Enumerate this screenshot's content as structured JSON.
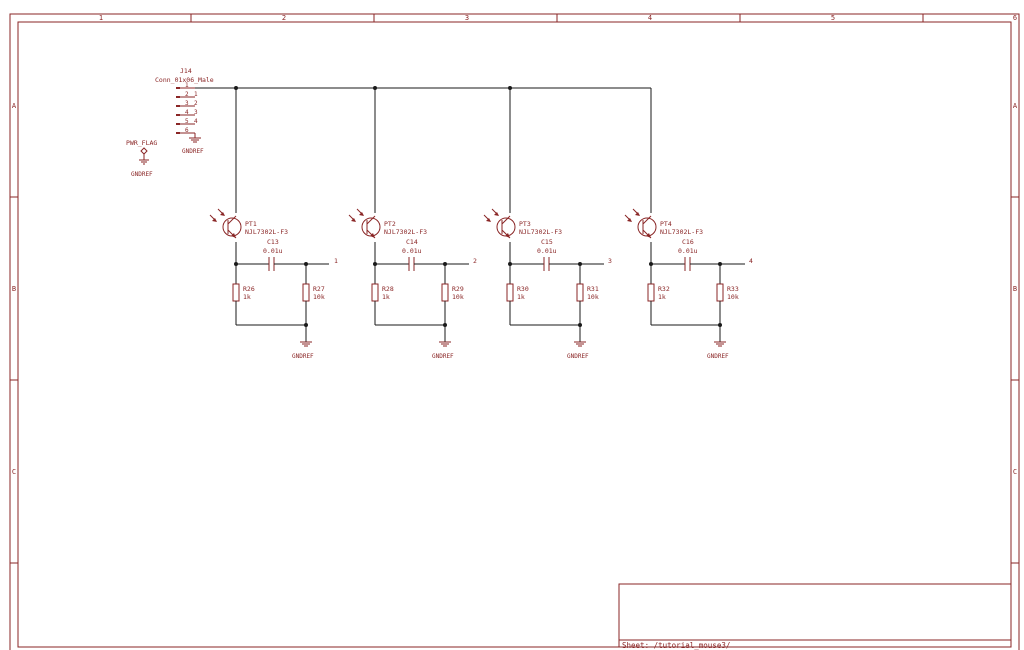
{
  "frame": {
    "columns": [
      "1",
      "2",
      "3",
      "4",
      "5",
      "6"
    ],
    "rows": [
      "A",
      "B",
      "C"
    ],
    "title_block": {
      "sheet_label": "Sheet: /tutorial_mouse3/"
    }
  },
  "connector": {
    "ref": "J14",
    "value": "Conn_01x06_Male",
    "pins": [
      "1",
      "2",
      "3",
      "4",
      "5",
      "6"
    ],
    "net_labels": [
      "1",
      "2",
      "3",
      "4"
    ],
    "gnd_label": "GNDREF"
  },
  "pwr_flag": {
    "label": "PWR_FLAG",
    "gnd_label": "GNDREF"
  },
  "channels": [
    {
      "pt_ref": "PT1",
      "pt_value": "NJL7302L-F3",
      "cap_ref": "C13",
      "cap_value": "0.01u",
      "r_a_ref": "R26",
      "r_a_value": "1k",
      "r_b_ref": "R27",
      "r_b_value": "10k",
      "output_label": "1",
      "gnd_label": "GNDREF"
    },
    {
      "pt_ref": "PT2",
      "pt_value": "NJL7302L-F3",
      "cap_ref": "C14",
      "cap_value": "0.01u",
      "r_a_ref": "R28",
      "r_a_value": "1k",
      "r_b_ref": "R29",
      "r_b_value": "10k",
      "output_label": "2",
      "gnd_label": "GNDREF"
    },
    {
      "pt_ref": "PT3",
      "pt_value": "NJL7302L-F3",
      "cap_ref": "C15",
      "cap_value": "0.01u",
      "r_a_ref": "R30",
      "r_a_value": "1k",
      "r_b_ref": "R31",
      "r_b_value": "10k",
      "output_label": "3",
      "gnd_label": "GNDREF"
    },
    {
      "pt_ref": "PT4",
      "pt_value": "NJL7302L-F3",
      "cap_ref": "C16",
      "cap_value": "0.01u",
      "r_a_ref": "R32",
      "r_a_value": "1k",
      "r_b_ref": "R33",
      "r_b_value": "10k",
      "output_label": "4",
      "gnd_label": "GNDREF"
    }
  ]
}
